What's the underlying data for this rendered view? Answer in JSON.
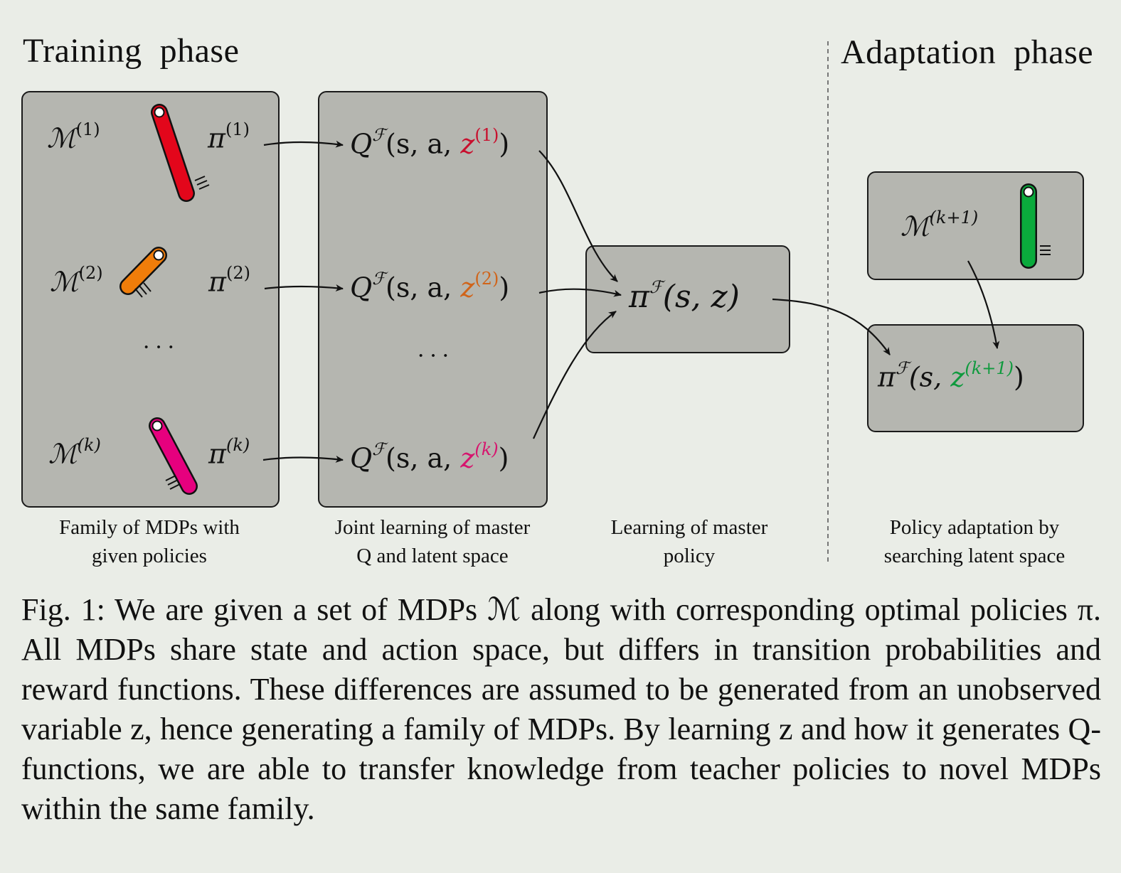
{
  "phases": {
    "training": "Training  phase",
    "adaptation": "Adaptation  phase"
  },
  "training_box": {
    "mdp1": "ℳ",
    "mdp1_sup": "(1)",
    "pi1": "π",
    "pi1_sup": "(1)",
    "mdp2": "ℳ",
    "mdp2_sup": "(2)",
    "pi2": "π",
    "pi2_sup": "(2)",
    "dots": "···",
    "mdpk": "ℳ",
    "mdpk_sup": "(k)",
    "pik": "π",
    "pik_sup": "(k)"
  },
  "q_box": {
    "q_prefix": "Q",
    "q_sup": "ℱ",
    "q_args": "(s, a, ",
    "z": "z",
    "z1_sup": "(1)",
    "z2_sup": "(2)",
    "zk_sup": "(k)",
    "close": ")",
    "dots": "···"
  },
  "master_box": {
    "pi": "π",
    "pi_sup": "ℱ",
    "args": "(s, z)"
  },
  "adapt_mdp_box": {
    "mdp": "ℳ",
    "mdp_sup": "(k+1)"
  },
  "adapt_policy_box": {
    "pi": "π",
    "pi_sup": "ℱ",
    "args_open": "(s, ",
    "z": "z",
    "z_sup": "(k+1)",
    "close": ")"
  },
  "labels": {
    "family_line1": "Family  of  MDPs  with",
    "family_line2": "given  policies",
    "joint_line1": "Joint  learning  of  master",
    "joint_line2": "Q  and  latent  space",
    "master_line1": "Learning  of  master",
    "master_line2": "policy",
    "adapt_line1": "Policy  adaptation  by",
    "adapt_line2": "searching  latent  space"
  },
  "caption": "Fig. 1: We are given a set of MDPs ℳ along with corresponding optimal policies π. All MDPs share state and action space, but differs in transition probabilities and reward functions. These differences are assumed to be generated from an unobserved variable z, hence generating a family of MDPs. By learning z and how it generates Q-functions, we are able to transfer knowledge from teacher policies to novel MDPs within the same family.",
  "colors": {
    "background": "#eaede7",
    "box_fill": "#b5b6b0",
    "pendulum1": "#e3061b",
    "pendulum2": "#f07d0a",
    "pendulumk": "#e6007e",
    "pendulum_new": "#0aaa3c",
    "z1": "#c8102e",
    "z2": "#d0641a",
    "zk": "#d6156e",
    "z_new": "#109a3e"
  },
  "icons": [
    "pendulum-icon",
    "arrow-icon"
  ]
}
